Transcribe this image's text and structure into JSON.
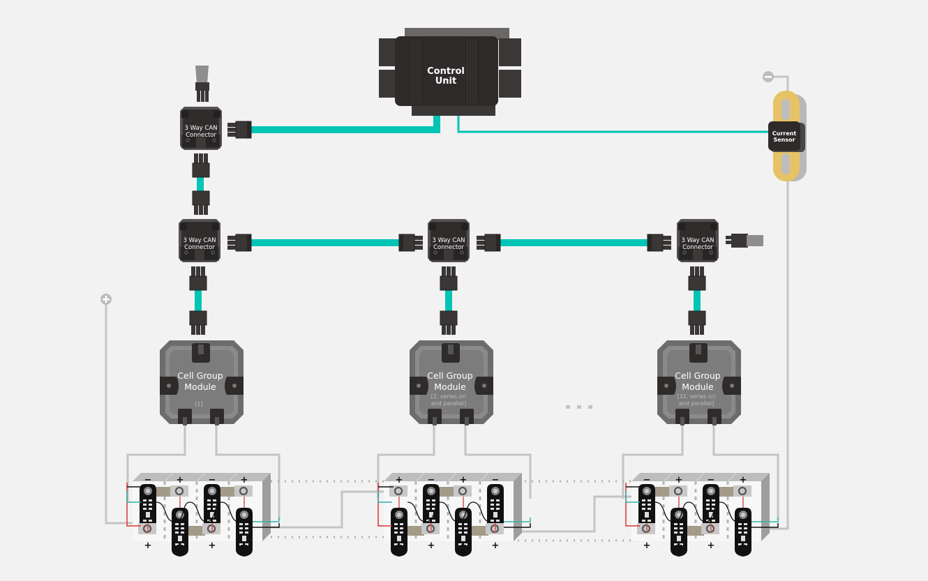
{
  "diagram": {
    "colors": {
      "background": "#f2f2f2",
      "can_cable": "#00c4b4",
      "device_dark": "#2d2a29",
      "module_gray": "#7a7a7a",
      "sensor_gold": "#e6c367",
      "power_wire": "#c4c4c4",
      "wire_red": "#e03030",
      "wire_teal": "#2fb3a8"
    },
    "control_unit": {
      "line1": "Control",
      "line2": "Unit"
    },
    "current_sensor": {
      "line1": "Current",
      "line2": "Sensor"
    },
    "can_connectors": [
      {
        "line1": "3 Way CAN",
        "line2": "Connector"
      },
      {
        "line1": "3 Way CAN",
        "line2": "Connector"
      },
      {
        "line1": "3 Way CAN",
        "line2": "Connector"
      },
      {
        "line1": "3 Way CAN",
        "line2": "Connector"
      }
    ],
    "cell_group_modules": [
      {
        "line1": "Cell Group",
        "line2": "Module",
        "note1": "[1]",
        "note2": ""
      },
      {
        "line1": "Cell Group",
        "line2": "Module",
        "note1": "[2, series or/",
        "note2": "and parallel]"
      },
      {
        "line1": "Cell Group",
        "line2": "Module",
        "note1": "[32, series or/",
        "note2": "and parallel]"
      }
    ],
    "ellipsis": "...",
    "terminals": {
      "positive": "+",
      "negative": "−"
    },
    "cell_terminal_plus": "+",
    "cell_terminal_minus": "−"
  }
}
